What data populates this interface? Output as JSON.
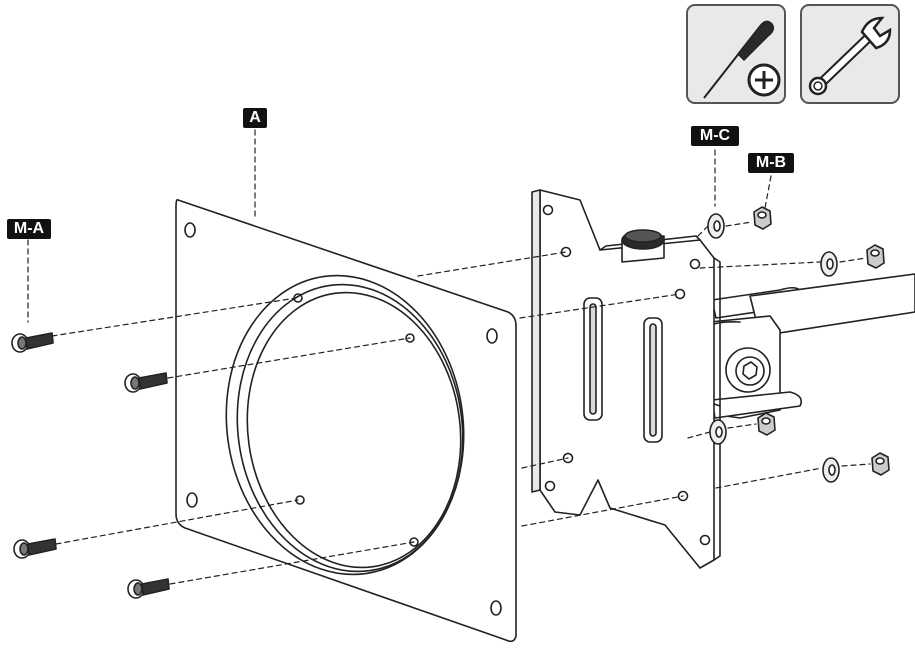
{
  "labels": {
    "part_a": "A",
    "mount_a": "M-A",
    "mount_b": "M-B",
    "mount_c": "M-C"
  },
  "tools": [
    {
      "icon": "phillips-screwdriver-icon"
    },
    {
      "icon": "wrench-icon"
    }
  ],
  "colors": {
    "line": "#222222",
    "label_bg": "#111111",
    "label_text": "#ffffff",
    "tool_bg": "#e9e9e9"
  }
}
